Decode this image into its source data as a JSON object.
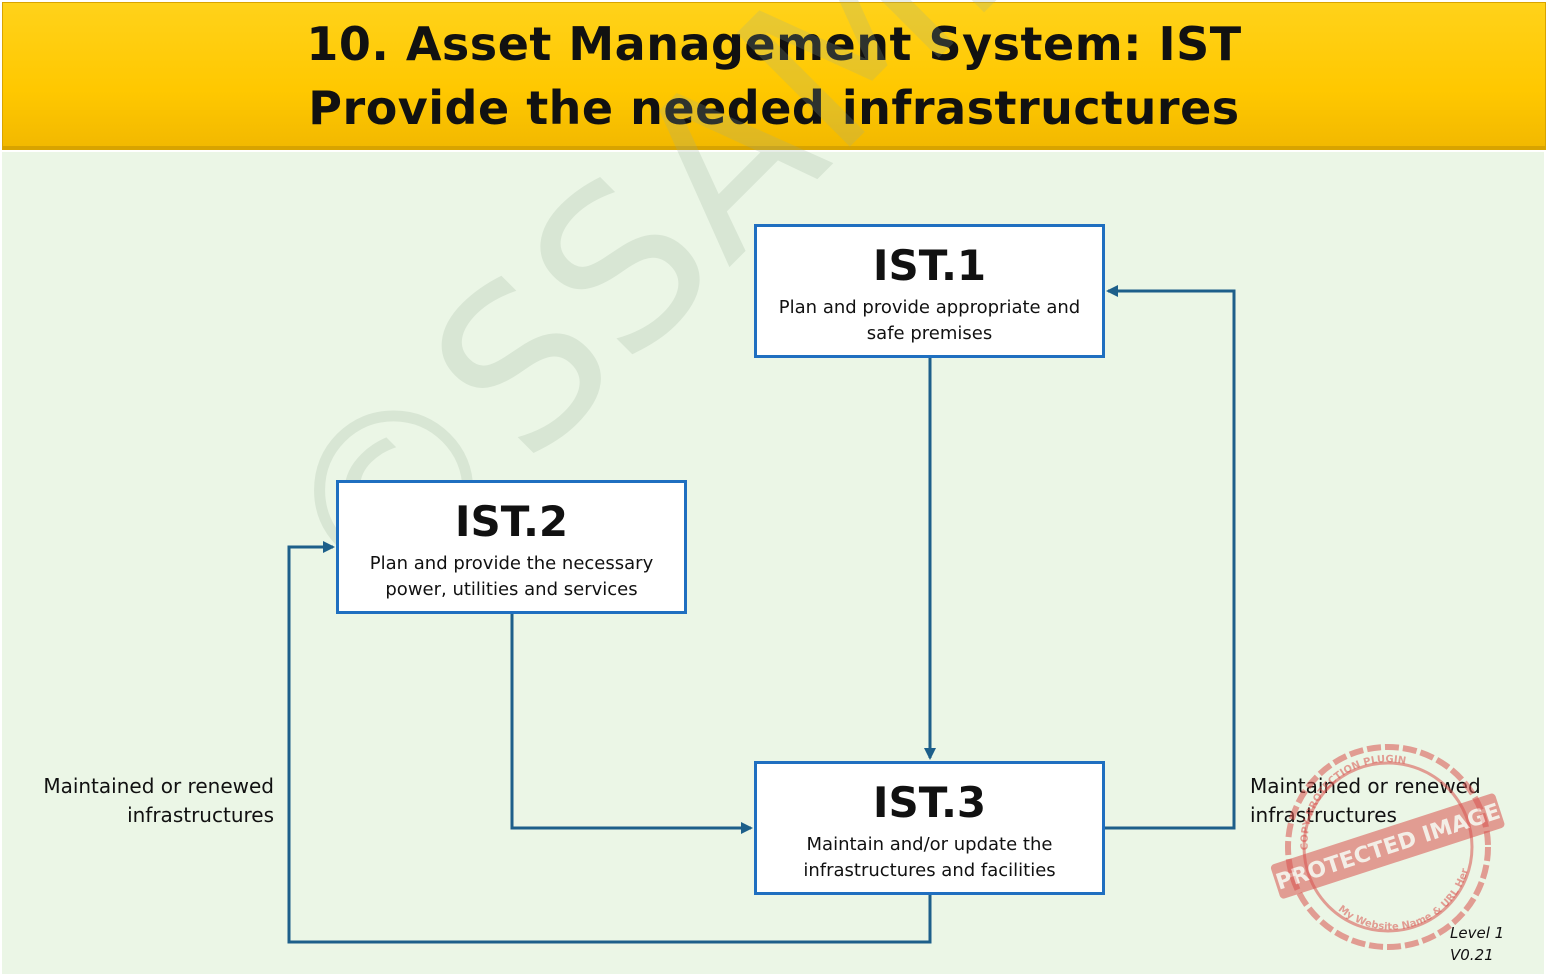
{
  "header": {
    "title_line1": "10. Asset Management System: IST",
    "title_line2": "Provide the needed infrastructures"
  },
  "watermark": "©SSAMM",
  "nodes": {
    "ist1": {
      "id": "IST.1",
      "description": "Plan and provide appropriate and\nsafe premises"
    },
    "ist2": {
      "id": "IST.2",
      "description": "Plan and provide the necessary\npower, utilities and services"
    },
    "ist3": {
      "id": "IST.3",
      "description": "Maintain and/or update the\ninfrastructures and facilities"
    }
  },
  "edges": [
    {
      "from": "IST.1",
      "to": "IST.3"
    },
    {
      "from": "IST.2",
      "to": "IST.3"
    },
    {
      "from": "IST.3",
      "to": "IST.1",
      "label": "Maintained or renewed\ninfrastructures"
    },
    {
      "from": "IST.3",
      "to": "IST.2",
      "label": "Maintained or renewed\ninfrastructures"
    }
  ],
  "labels": {
    "left_loop": "Maintained or renewed\ninfrastructures",
    "right_loop": "Maintained or renewed\ninfrastructures"
  },
  "stamp": {
    "text_main": "PROTECTED IMAGE",
    "text_ring": "COPY PROTECTION PLUGIN",
    "text_sub": "My Website Name & URL Here"
  },
  "version": "Level 1\nV0.21",
  "colors": {
    "header_bg": "#ffc800",
    "canvas_bg": "#ebf6e6",
    "box_border": "#1f6fc0",
    "arrow": "#1d5f8a",
    "stamp": "#d9534f"
  }
}
